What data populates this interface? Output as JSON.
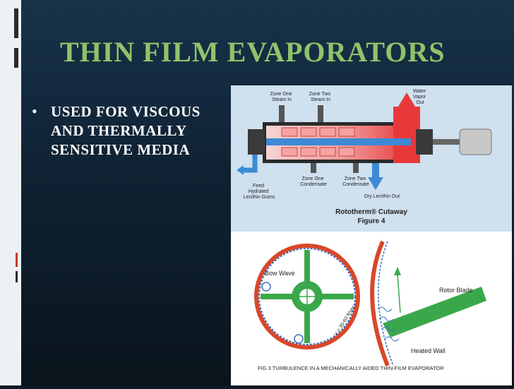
{
  "slide": {
    "title": "THIN FILM EVAPORATORS",
    "bullet": "USED FOR VISCOUS AND THERMALLY SENSITIVE MEDIA"
  },
  "figure_top": {
    "zone_one_steam": [
      "Zone One",
      "Steam In"
    ],
    "zone_two_steam": [
      "Zone Two",
      "Steam In"
    ],
    "water_vapor": [
      "Water",
      "Vapor",
      "Out"
    ],
    "feed": [
      "Feed",
      "Hydrated",
      "Lecithin Gums"
    ],
    "zone_one_condensate": [
      "Zone One",
      "Condensate"
    ],
    "zone_two_condensate": [
      "Zone Two",
      "Condensate"
    ],
    "dry_lecithin": "Dry Lecithin Out",
    "caption_line1": "Rototherm® Cutaway",
    "caption_line2": "Figure 4"
  },
  "figure_bottom": {
    "bow_wave": "Bow Wave",
    "velocity": "V = 30-60 ft/sec",
    "rotor_blade": "Rotor Blade",
    "heated_wall": "Heated Wall",
    "caption": "FIG 3  TURBULENCE IN A MECHANICALLY AIDED THIN-FILM EVAPORATOR"
  },
  "colors": {
    "title": "#8fc46a",
    "hot": "#e8393a",
    "cold": "#3c8ad6",
    "heated_wall": "#d8482a",
    "green": "#3aa84a"
  }
}
